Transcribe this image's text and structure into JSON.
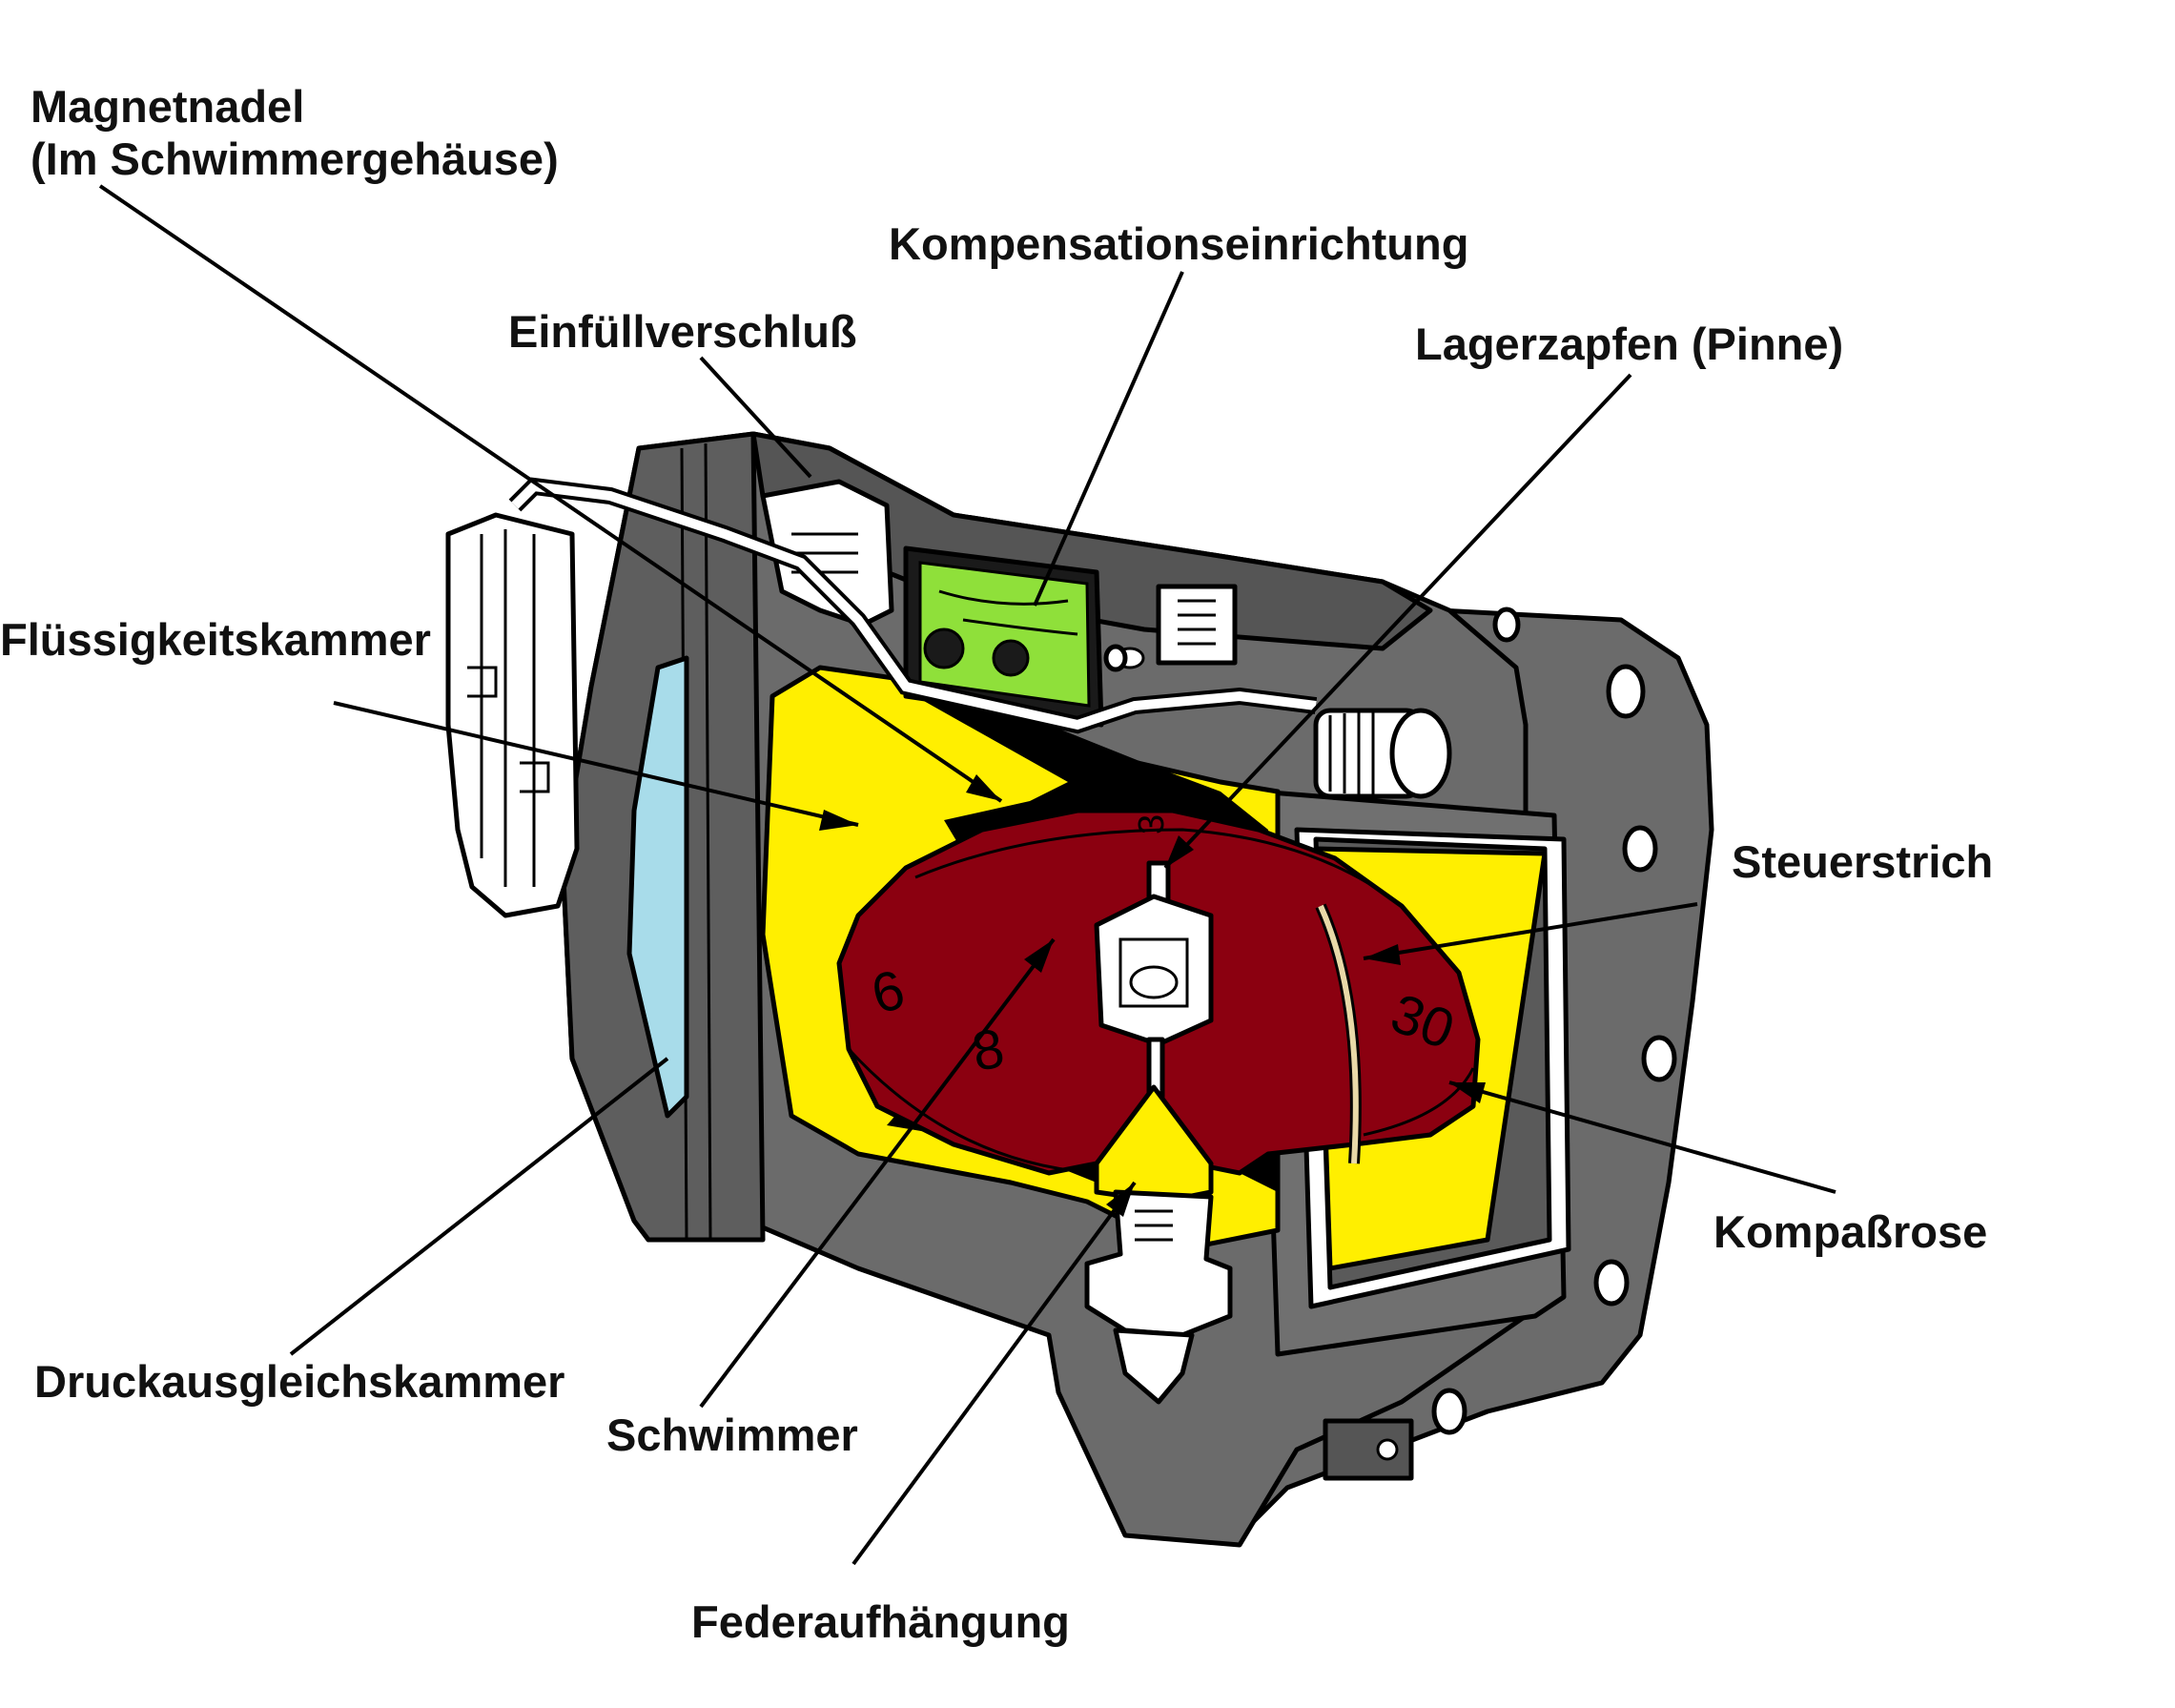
{
  "labels": {
    "magnetnadel_1": "Magnetnadel",
    "magnetnadel_2": "(Im Schwimmergehäuse)",
    "kompensation": "Kompensationseinrichtung",
    "einfuell": "Einfüllverschluß",
    "lagerzapfen": "Lagerzapfen (Pinne)",
    "fluessigkeit": "Flüssigkeitskammer",
    "steuerstrich": "Steuerstrich",
    "kompassrose": "Kompaßrose",
    "druckausgleich": "Druckausgleichskammer",
    "schwimmer": "Schwimmer",
    "federaufhaengung": "Federaufhängung"
  },
  "card_marks": {
    "mark_3": "3",
    "mark_6": "6",
    "mark_8": "8",
    "mark_30": "30"
  },
  "colors": {
    "housing": "#6b6b6b",
    "housing_dark": "#3a3a3a",
    "liquid": "#ffef00",
    "compass_card": "#8b0010",
    "glass": "#a8dcea",
    "compensator": "#8fe03a",
    "outline": "#000000"
  }
}
